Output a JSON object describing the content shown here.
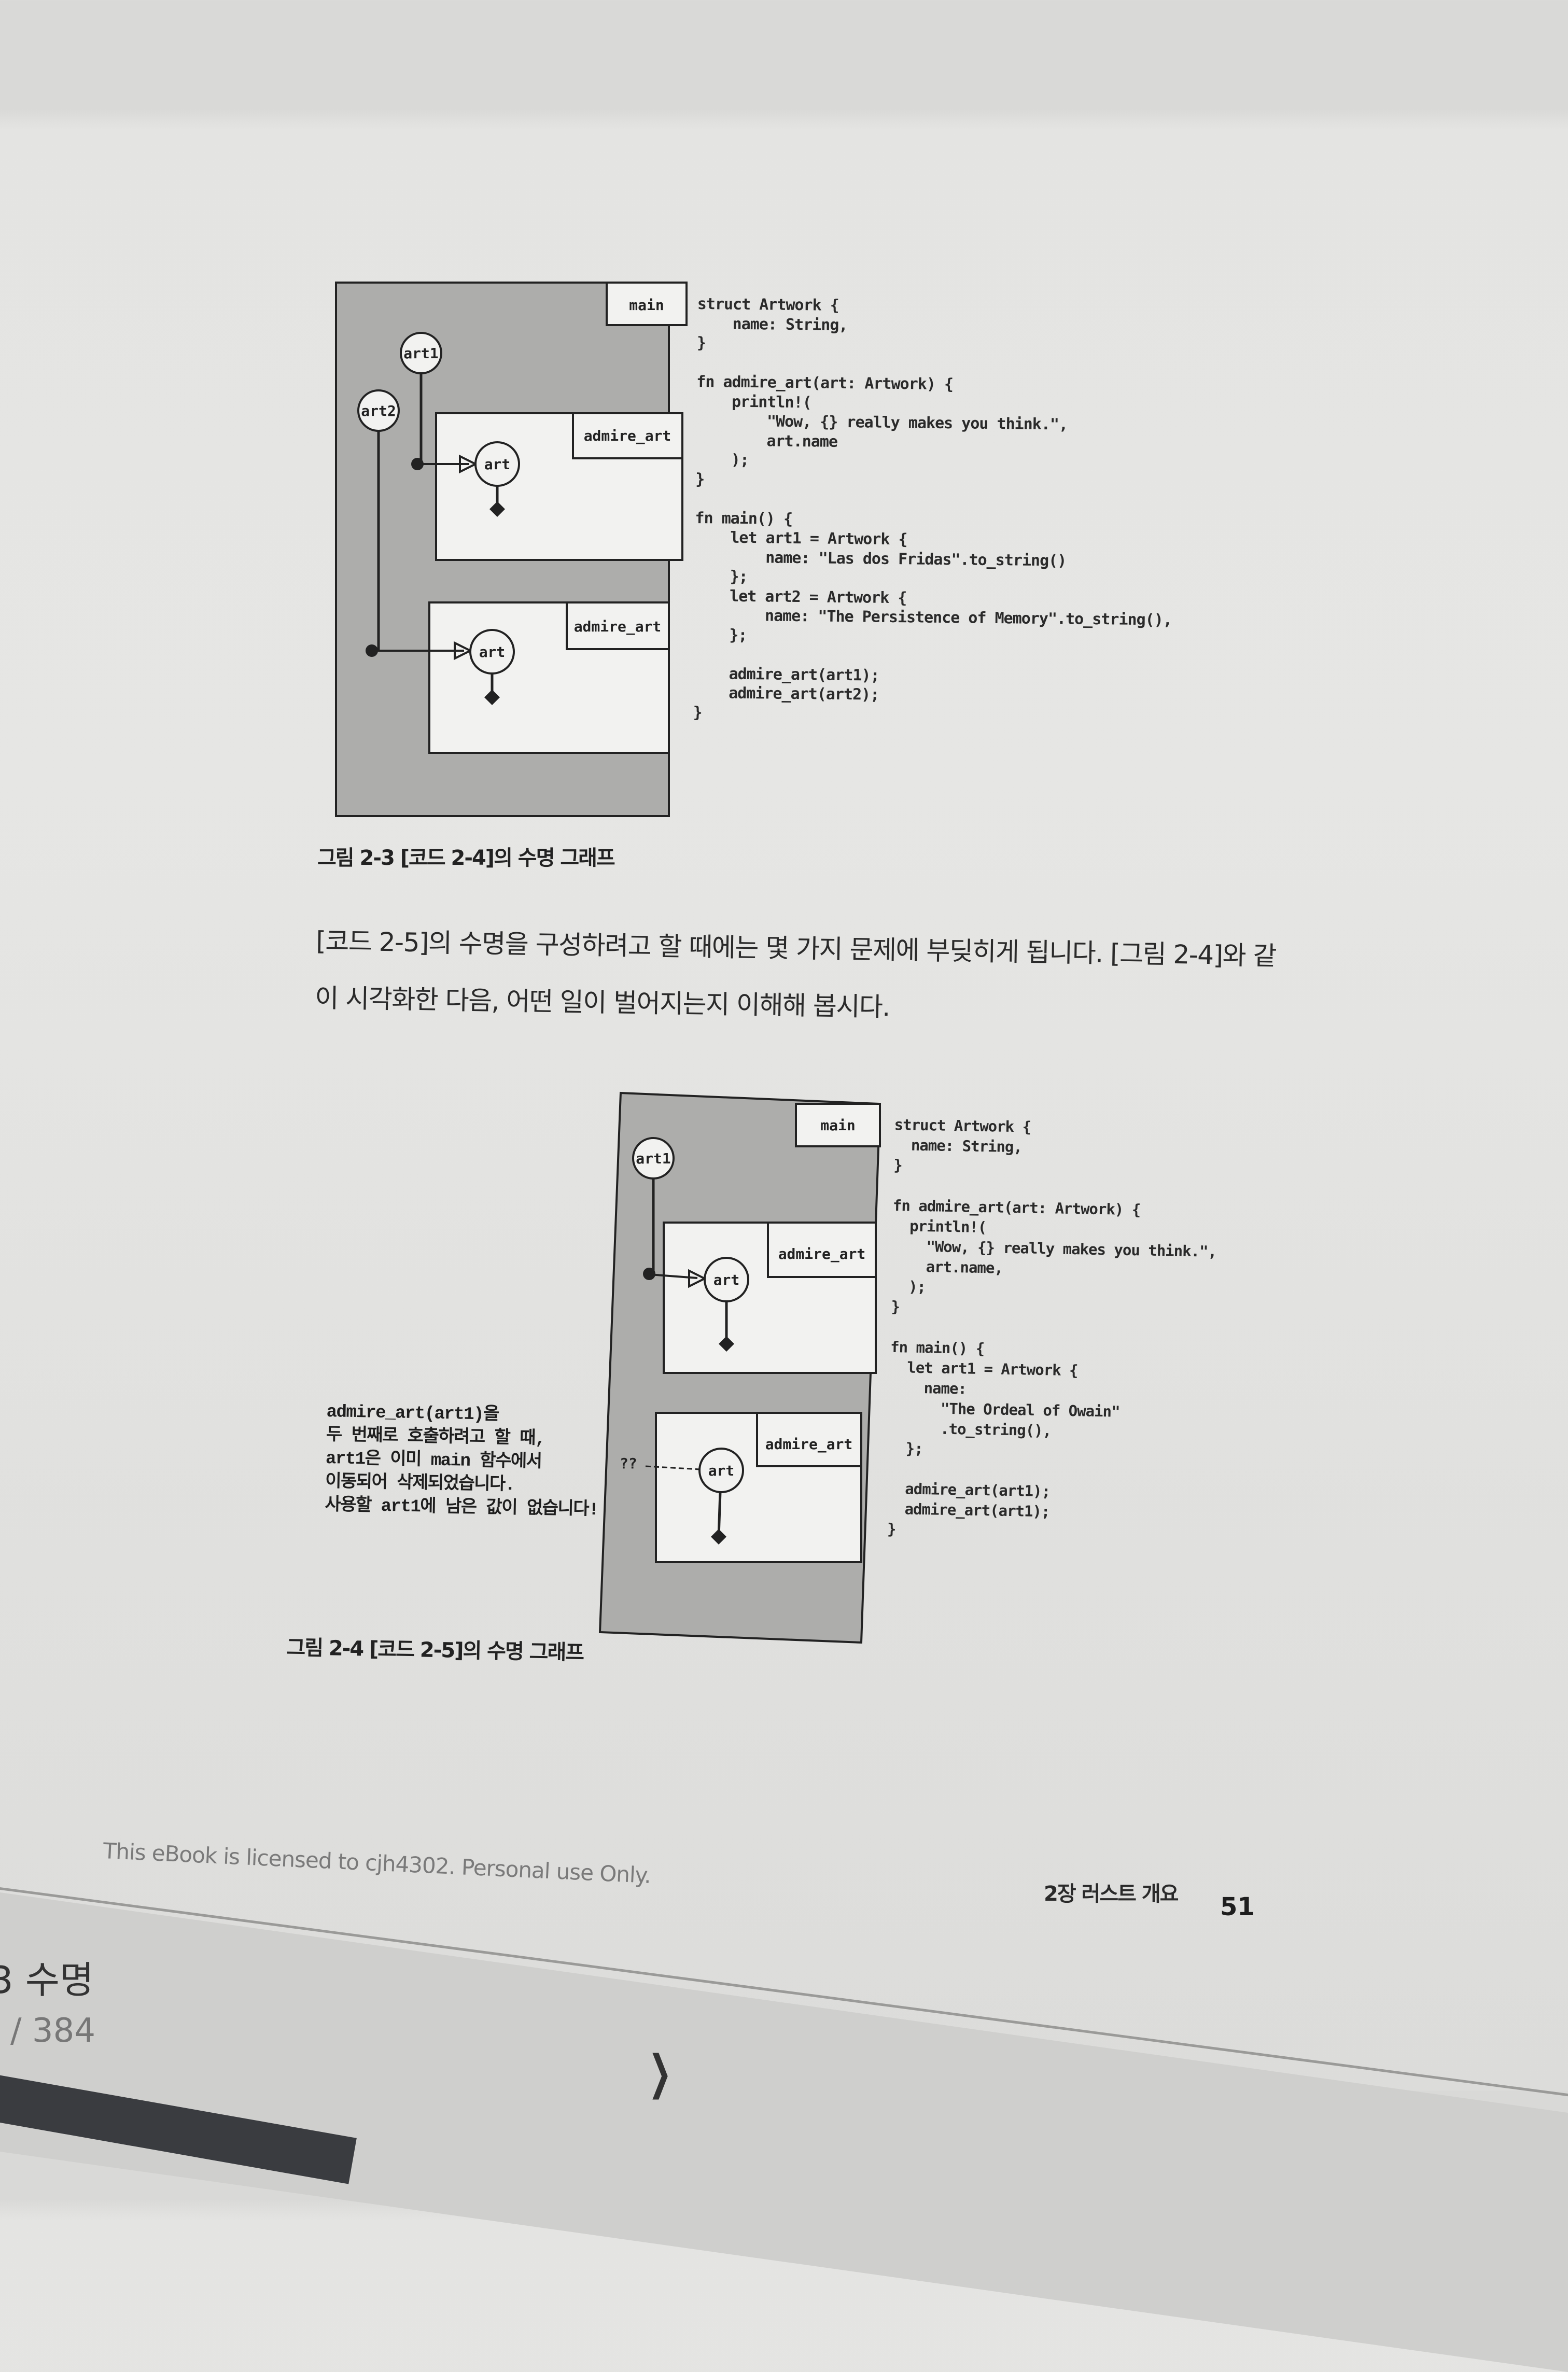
{
  "figure1": {
    "labels": {
      "main": "main",
      "admire_art_1": "admire_art",
      "admire_art_2": "admire_art",
      "art1": "art1",
      "art2": "art2",
      "art_a": "art",
      "art_b": "art"
    },
    "code": "struct Artwork {\n    name: String,\n}\n\nfn admire_art(art: Artwork) {\n    println!(\n        \"Wow, {} really makes you think.\",\n        art.name\n    );\n}\n\nfn main() {\n    let art1 = Artwork {\n        name: \"Las dos Fridas\".to_string()\n    };\n    let art2 = Artwork {\n        name: \"The Persistence of Memory\".to_string(),\n    };\n\n    admire_art(art1);\n    admire_art(art2);\n}",
    "caption": "그림 2-3 [코드 2-4]의 수명 그래프"
  },
  "paragraph": {
    "line1": "[코드 2-5]의 수명을 구성하려고 할 때에는 몇 가지 문제에 부딪히게 됩니다. [그림 2-4]와 같",
    "line2": "이 시각화한 다음, 어떤 일이 벌어지는지 이해해 봅시다."
  },
  "figure2": {
    "labels": {
      "main": "main",
      "admire_art_1": "admire_art",
      "admire_art_2": "admire_art",
      "art1": "art1",
      "art_a": "art",
      "art_b": "art",
      "unknown": "??"
    },
    "code": "struct Artwork {\n  name: String,\n}\n\nfn admire_art(art: Artwork) {\n  println!(\n    \"Wow, {} really makes you think.\",\n    art.name,\n  );\n}\n\nfn main() {\n  let art1 = Artwork {\n    name:\n      \"The Ordeal of Owain\"\n      .to_string(),\n  };\n\n  admire_art(art1);\n  admire_art(art1);\n}",
    "note": "admire_art(art1)을\n두 번째로 호출하려고 할 때,\nart1은 이미 main 함수에서\n이동되어 삭제되었습니다.\n사용할 art1에 남은 값이 없습니다!",
    "caption": "그림 2-4 [코드 2-5]의 수명 그래프"
  },
  "footer": {
    "license": "This eBook is licensed to cjh4302. Personal use Only.",
    "chapter": "2장 러스트 개요",
    "page_number": "51"
  },
  "reader": {
    "chapter_title": "3 수명",
    "total_pages": "/ 384",
    "next_icon": "chevron-right-icon"
  },
  "colors": {
    "diagram_fill": "#adadab",
    "box_fill": "#f2f2f0",
    "stroke": "#222222"
  }
}
